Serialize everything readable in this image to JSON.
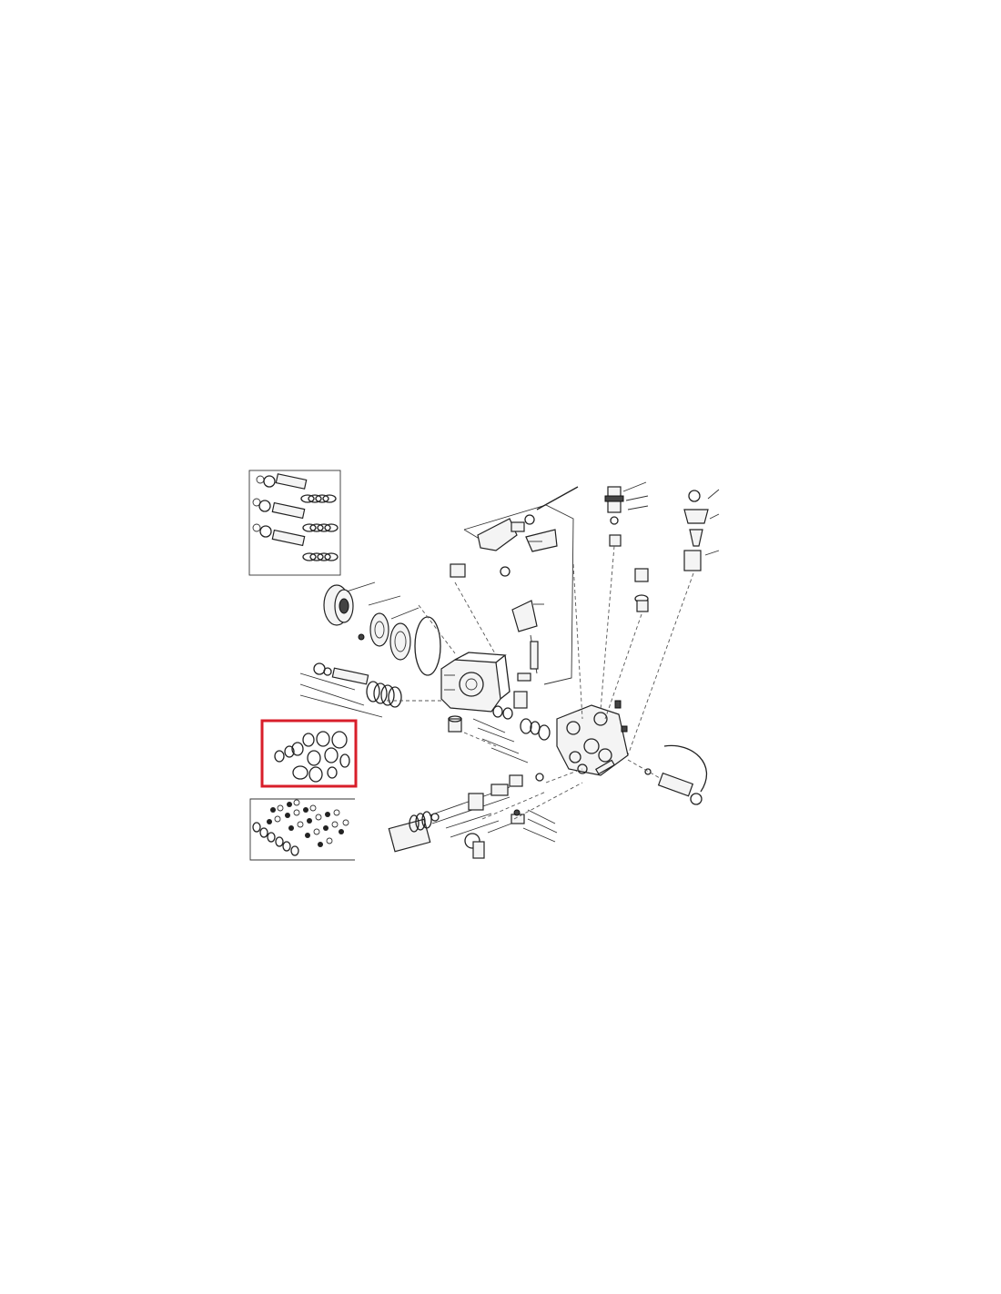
{
  "diagram": {
    "type": "exploded-parts-view",
    "highlight_color": "#d81e2a",
    "line_color": "#222222",
    "background": "#ffffff",
    "highlighted_group": "seal-kit-inset",
    "insets": [
      "plunger-kit-inset",
      "seal-kit-inset",
      "valve-kit-inset"
    ]
  }
}
